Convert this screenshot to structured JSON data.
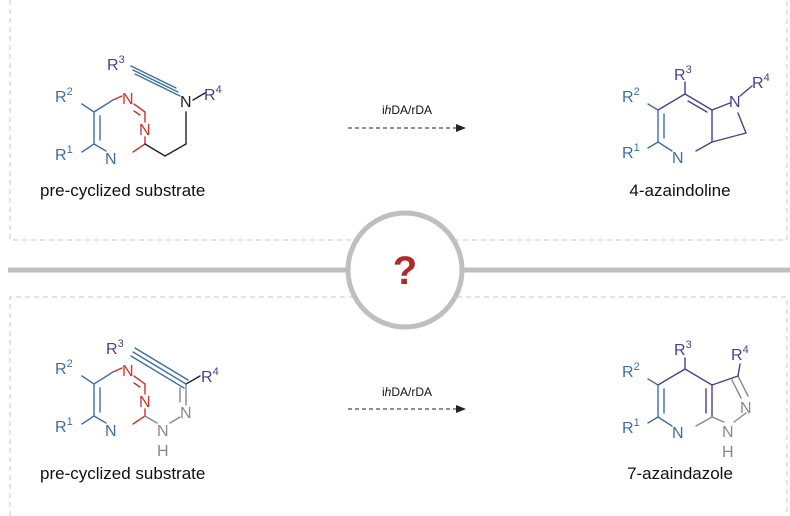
{
  "colors": {
    "blue": "#3f6f9e",
    "purple": "#4a3f8f",
    "red": "#d0312d",
    "gray": "#888888",
    "dark": "#222222",
    "divider": "#bfbfbf",
    "dash": "#c8c8c8",
    "question": "#b12a2a"
  },
  "top": {
    "substrate_caption": "pre-cyclized substrate",
    "conditions_prefix": "i",
    "conditions_italic": "h",
    "conditions_suffix": "DA/rDA",
    "product_caption": "4-azaindoline"
  },
  "bottom": {
    "substrate_caption": "pre-cyclized substrate",
    "conditions_prefix": "i",
    "conditions_italic": "h",
    "conditions_suffix": "DA/rDA",
    "product_caption": "7-azaindazole"
  },
  "question_mark": "?",
  "atoms": {
    "R": "R",
    "N": "N",
    "H": "H",
    "s1": "1",
    "s2": "2",
    "s3": "3",
    "s4": "4"
  }
}
